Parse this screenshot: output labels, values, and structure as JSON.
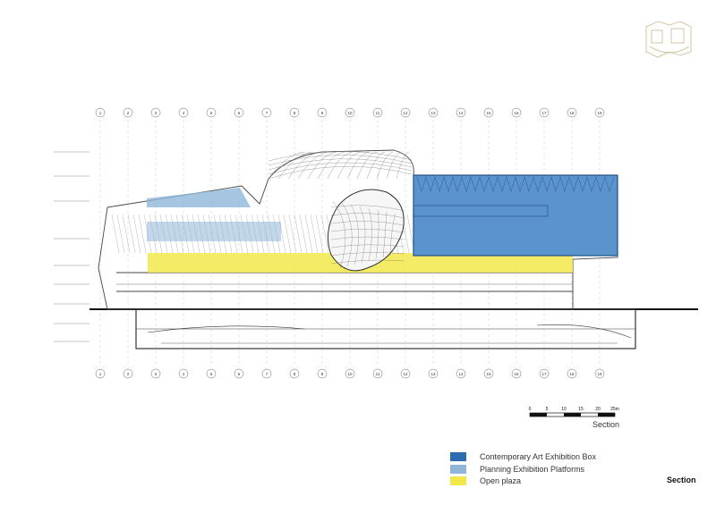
{
  "colors": {
    "contemporary_box": "#2b6cb0",
    "planning_platforms": "#8fb6d9",
    "open_plaza": "#f2e84b",
    "linework": "#555555"
  },
  "grid_axes": [
    "1",
    "2",
    "3",
    "4",
    "5",
    "6",
    "7",
    "8",
    "9",
    "10",
    "11",
    "12",
    "13",
    "14",
    "15",
    "16",
    "17",
    "18",
    "19"
  ],
  "scale_bar": {
    "ticks": [
      "0",
      "5",
      "10",
      "15",
      "20",
      "25m"
    ],
    "caption": "Section"
  },
  "legend": [
    {
      "label": "Contemporary Art Exhibition Box",
      "color": "#2b6cb0"
    },
    {
      "label": "Planning Exhibition Platforms",
      "color": "#8fb6d9"
    },
    {
      "label": "Open plaza",
      "color": "#f2e84b"
    }
  ],
  "title": "Section"
}
